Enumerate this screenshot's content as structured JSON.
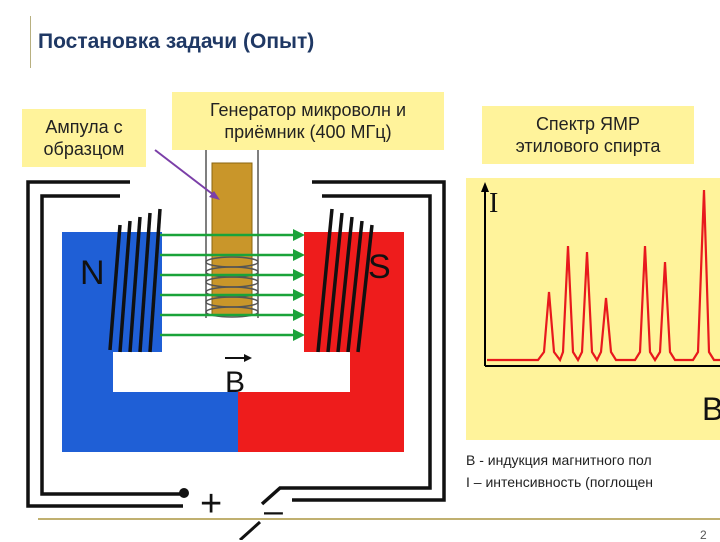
{
  "title": "Постановка задачи (Опыт)",
  "labels": {
    "ampoule_line1": "Ампула с",
    "ampoule_line2": "образцом",
    "generator_line1": "Генератор микроволн и",
    "generator_line2": "приёмник (400 МГц)",
    "spectrum_line1": "Спектр ЯМР",
    "spectrum_line2": "этилового спирта"
  },
  "magnet": {
    "north": "N",
    "south": "S",
    "field": "B",
    "plus": "+",
    "minus": "–"
  },
  "spectrum": {
    "y_axis": "I",
    "x_axis": "B"
  },
  "legend": {
    "b": "B -  индукция магнитного пол",
    "i": "I – интенсивность (поглощен"
  },
  "page_number": "2",
  "colors": {
    "north_pole": "#1f5fd6",
    "south_pole": "#ee1c1c",
    "field_lines": "#1aa33a",
    "label_fill": "#fff39b",
    "spectrum_line": "#e8191d",
    "ampoule": "#c9962a",
    "pointer": "#7b3fa8"
  }
}
